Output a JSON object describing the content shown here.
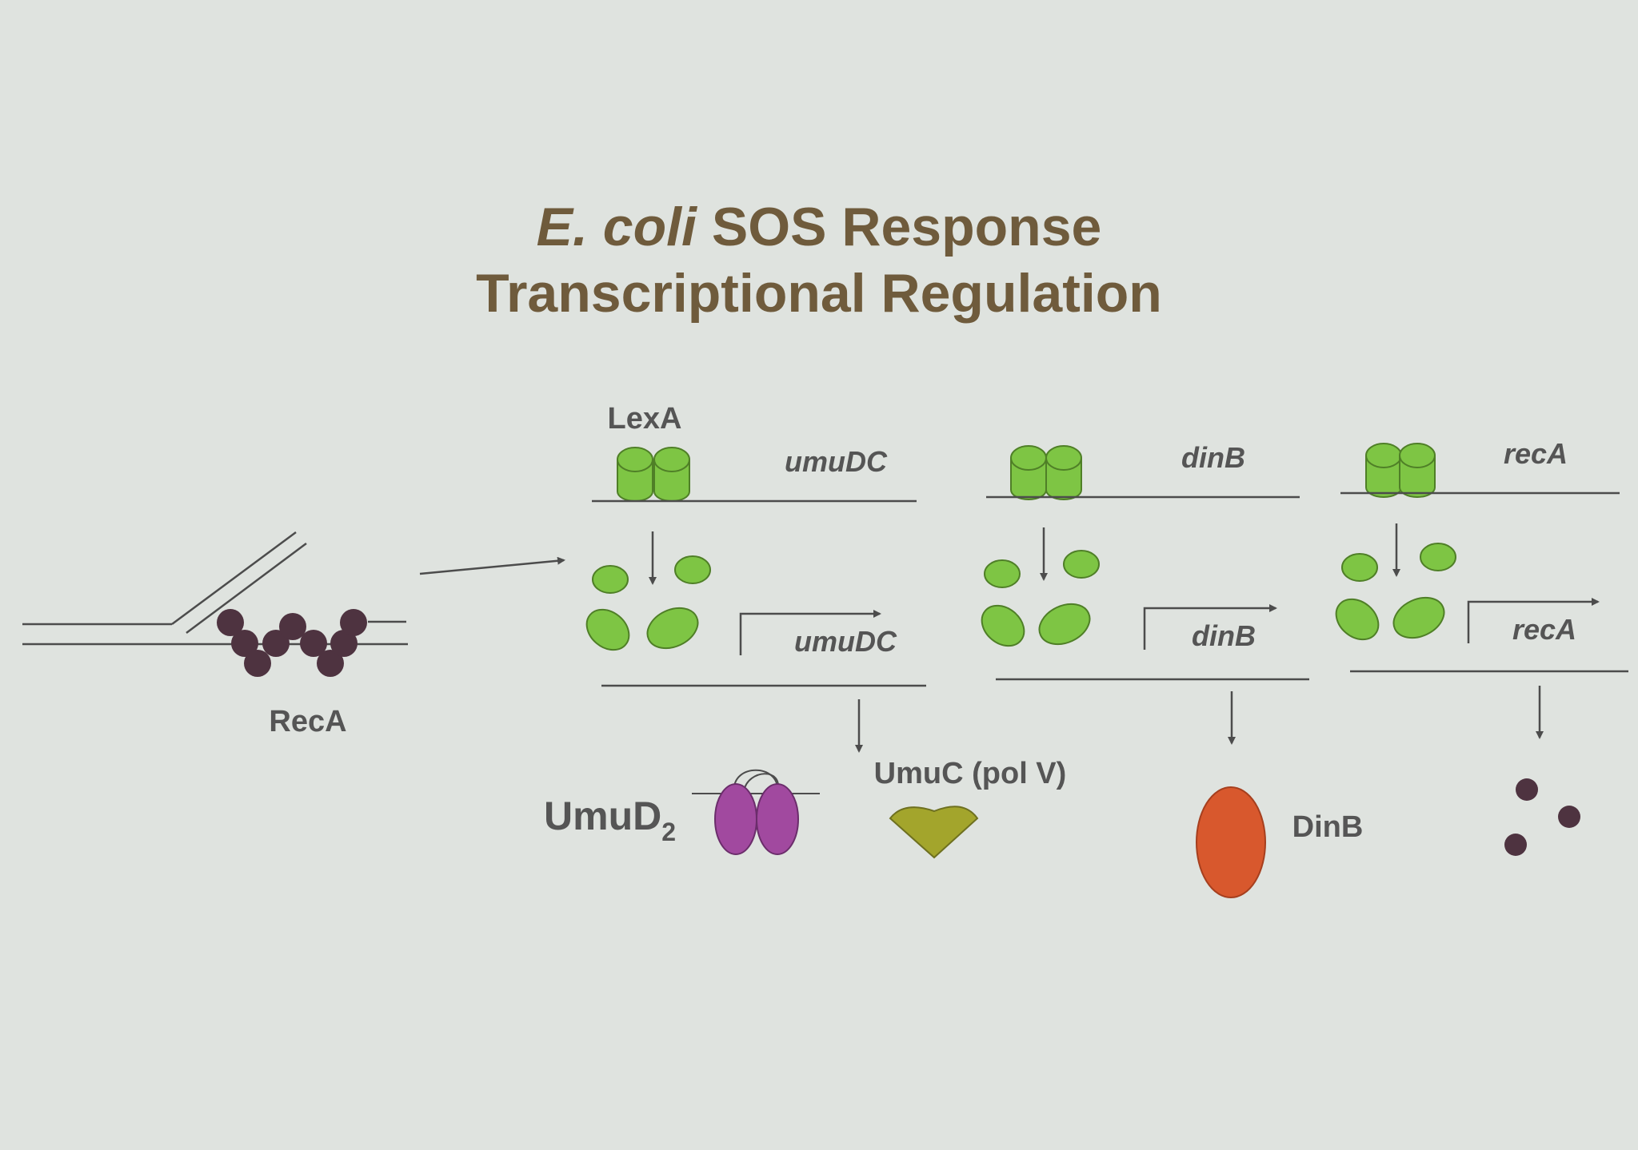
{
  "slide": {
    "title_italic": "E. coli",
    "title_rest": "SOS Response",
    "title_line2": "Transcriptional Regulation"
  },
  "recA_panel": {
    "label": "RecA"
  },
  "lexA_label": "LexA",
  "operons": [
    {
      "gene": "umuDC",
      "promoter_gene": "umuDC"
    },
    {
      "gene": "dinB",
      "promoter_gene": "dinB"
    },
    {
      "gene": "recA",
      "promoter_gene": "recA"
    }
  ],
  "products": {
    "umud2_base": "UmuD",
    "umud2_sub": "2",
    "umuc": "UmuC (pol V)",
    "dinb": "DinB"
  },
  "colors": {
    "background": "#dfe3df",
    "title": "#6f5b3c",
    "lexa_green": "#7ec544",
    "lexa_outline": "#4f7f27",
    "reca_dot": "#4e3340",
    "umud_purple": "#a1499f",
    "umuc_olive": "#a3a52c",
    "dinb_red": "#d8582d",
    "line": "#4c4c4c"
  }
}
